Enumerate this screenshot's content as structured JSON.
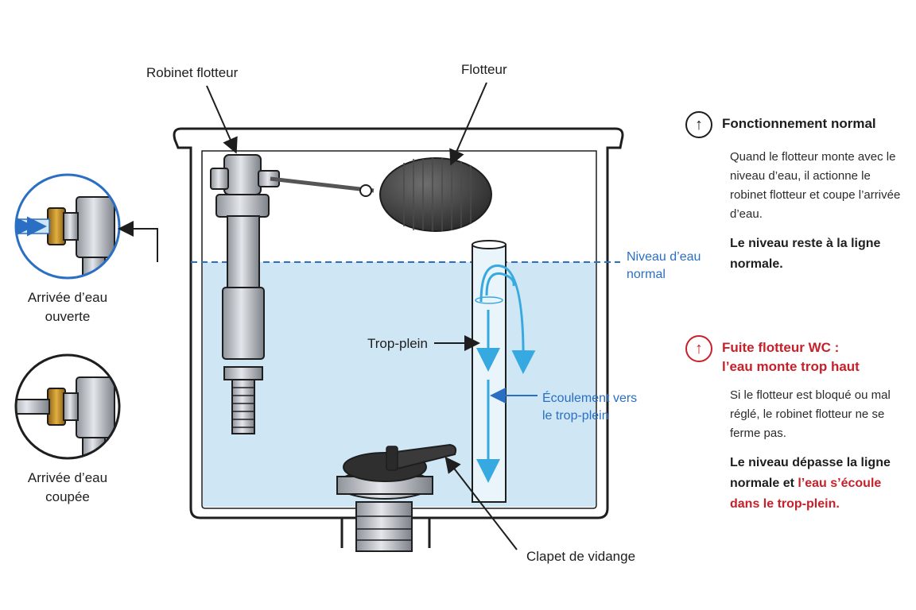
{
  "labels": {
    "robinet_flotteur": "Robinet flotteur",
    "flotteur": "Flotteur",
    "niveau_line1": "Niveau d’eau",
    "niveau_line2": "normal",
    "trop_plein": "Trop-plein",
    "ecoulement_line1": "Écoulement vers",
    "ecoulement_line2": "le trop-plein",
    "clapet": "Clapet de vidange",
    "arrivee_ouverte_line1": "Arrivée d’eau",
    "arrivee_ouverte_line2": "ouverte",
    "arrivee_coupee_line1": "Arrivée d’eau",
    "arrivee_coupee_line2": "coupée"
  },
  "panel_normal": {
    "icon": "arrow-up-icon",
    "title": "Fonctionnement normal",
    "body": "Quand le flotteur monte avec le niveau d’eau, il actionne le robinet flotteur et coupe l’arrivée d’eau.",
    "emphasis": "Le niveau reste à la ligne normale."
  },
  "panel_fuite": {
    "icon": "arrow-up-icon",
    "title_line1": "Fuite flotteur WC :",
    "title_line2": "l’eau monte trop haut",
    "body": "Si le flotteur est bloqué ou mal réglé, le robinet flotteur ne se ferme pas.",
    "emphasis_dark": "Le niveau dépasse la ligne normale et ",
    "emphasis_red": "l’eau s’écoule dans le trop-plein."
  },
  "colors": {
    "water": "#cfe6f4",
    "water_line": "#2a6fc4",
    "flow": "#36a9e0",
    "alert": "#c8202a",
    "outline": "#1e1e1e"
  }
}
